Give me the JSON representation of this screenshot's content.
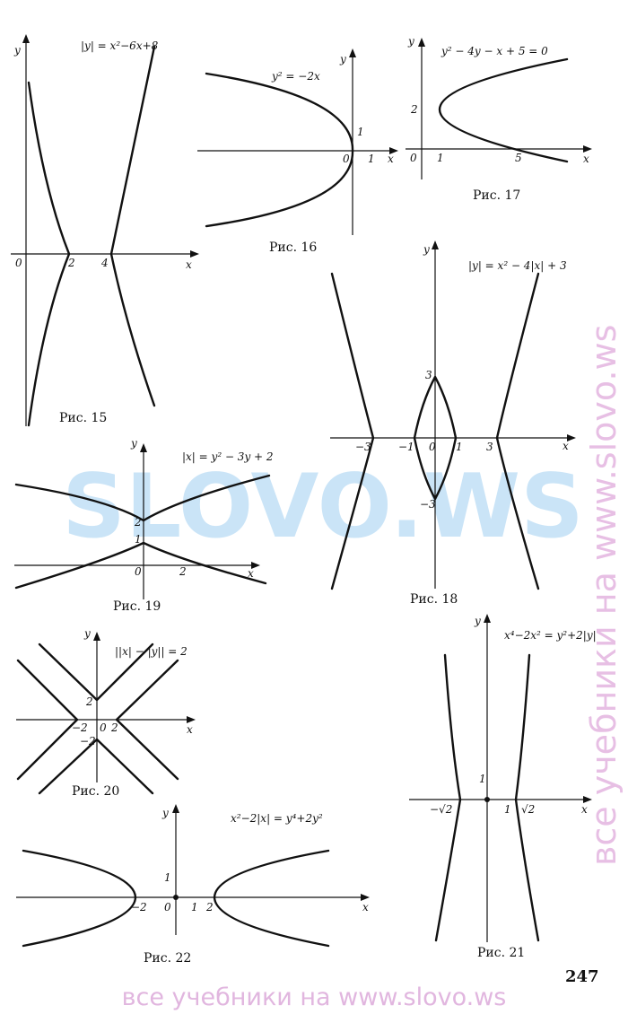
{
  "figures": {
    "fig15": {
      "caption": "Рис. 15",
      "equation": "|y| = x²−6x+8",
      "x_axis": "x",
      "y_axis": "y",
      "ticks": {
        "origin": "0",
        "x1": "2",
        "x2": "4"
      }
    },
    "fig16": {
      "caption": "Рис. 16",
      "equation": "y² = −2x",
      "x_axis": "x",
      "y_axis": "y",
      "ticks": {
        "origin": "0",
        "x1": "1",
        "y1": "1"
      }
    },
    "fig17": {
      "caption": "Рис. 17",
      "equation": "y² − 4y − x + 5 = 0",
      "x_axis": "x",
      "y_axis": "y",
      "ticks": {
        "origin": "0",
        "x1": "1",
        "x5": "5",
        "y2": "2"
      }
    },
    "fig18": {
      "caption": "Рис. 18",
      "equation": "|y| = x² − 4|x| + 3",
      "x_axis": "x",
      "y_axis": "y",
      "ticks": {
        "xm3": "−3",
        "xm1": "−1",
        "origin": "0",
        "x1": "1",
        "x3": "3",
        "y3": "3",
        "ym3": "−3"
      }
    },
    "fig19": {
      "caption": "Рис. 19",
      "equation": "|x| = y² − 3y + 2",
      "x_axis": "x",
      "y_axis": "y",
      "ticks": {
        "origin": "0",
        "x2": "2",
        "y1": "1",
        "y2": "2"
      }
    },
    "fig20": {
      "caption": "Рис. 20",
      "equation": "||x| − |y|| = 2",
      "x_axis": "x",
      "y_axis": "y",
      "ticks": {
        "xm2": "−2",
        "origin": "0",
        "x2": "2",
        "y2": "2",
        "ym2": "−2"
      }
    },
    "fig21": {
      "caption": "Рис. 21",
      "equation": "x⁴−2x² = y²+2|y|",
      "x_axis": "x",
      "y_axis": "y",
      "ticks": {
        "xms2": "−√2",
        "x1": "1",
        "xs2": "√2",
        "y1": "1"
      }
    },
    "fig22": {
      "caption": "Рис. 22",
      "equation": "x²−2|x| = y⁴+2y²",
      "x_axis": "x",
      "y_axis": "y",
      "ticks": {
        "xm2": "−2",
        "origin": "0",
        "x1": "1",
        "x2": "2",
        "y1": "1"
      }
    }
  },
  "page_number": "247",
  "watermarks": {
    "center": "SLOVO.WS",
    "side": "все учебники на www.slovo.ws",
    "bottom": "все учебники на www.slovo.ws"
  }
}
